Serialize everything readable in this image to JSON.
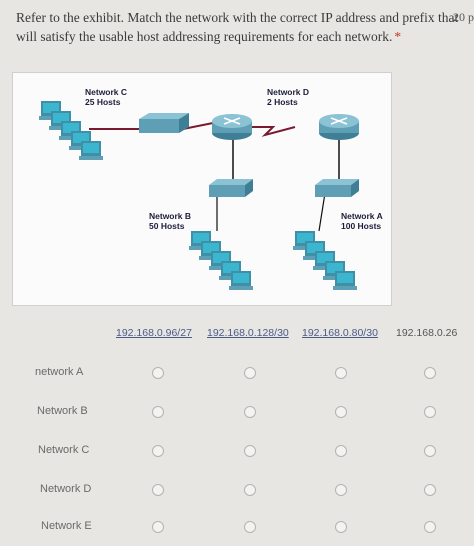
{
  "question": {
    "line1": "Refer to the exhibit. Match the network with the correct IP address and prefix that",
    "line2": "will satisfy the usable host addressing requirements for each network.",
    "required_mark": "*",
    "points": "20 p"
  },
  "exhibit": {
    "network_c": {
      "name": "Network C",
      "hosts": "25 Hosts"
    },
    "network_d": {
      "name": "Network D",
      "hosts": "2 Hosts"
    },
    "network_b": {
      "name": "Network B",
      "hosts": "50 Hosts"
    },
    "network_a": {
      "name": "Network A",
      "hosts": "100 Hosts"
    },
    "colors": {
      "device": "#5f9fb6",
      "pc_screen": "#3cb5cf",
      "link": "#7a1a2e",
      "line": "#111111"
    }
  },
  "grid": {
    "columns": [
      "192.168.0.96/27",
      "192.168.0.128/30",
      "192.168.0.80/30",
      "192.168.0.26"
    ],
    "rows": [
      "network A",
      "Network B",
      "Network C",
      "Network D",
      "Network E"
    ]
  }
}
